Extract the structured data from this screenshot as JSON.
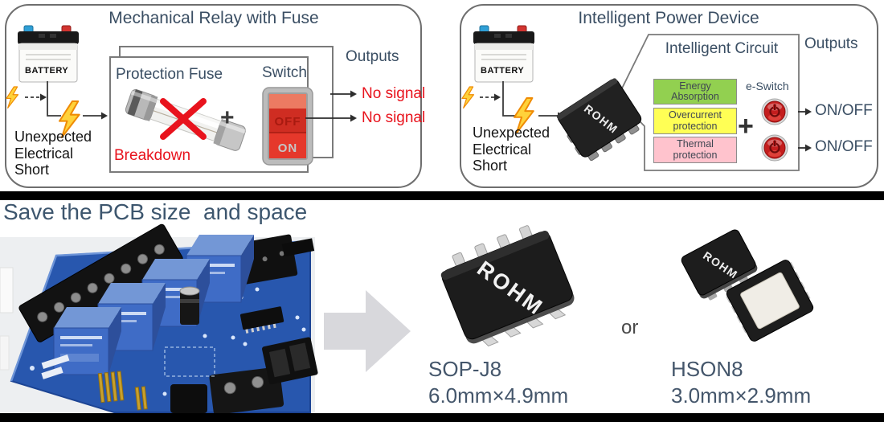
{
  "left_panel": {
    "title": "Mechanical Relay with Fuse",
    "battery_label": "BATTERY",
    "short_lines": [
      "Unexpected",
      "Electrical",
      "Short"
    ],
    "protection_fuse_label": "Protection Fuse",
    "breakdown_label": "Breakdown",
    "plus": "+",
    "switch_label": "Switch",
    "switch_off": "OFF",
    "switch_on": "ON",
    "outputs_label": "Outputs",
    "outputs": [
      "No signal",
      "No signal"
    ]
  },
  "right_panel": {
    "title": "Intelligent Power Device",
    "battery_label": "BATTERY",
    "short_lines": [
      "Unexpected",
      "Electrical",
      "Short"
    ],
    "chip_logo": "ROHM",
    "circuit_title": "Intelligent Circuit",
    "features": [
      {
        "label": "Energy Absorption",
        "color": "#92d050"
      },
      {
        "label": "Overcurrent protection",
        "color": "#ffff55"
      },
      {
        "label": "Thermal protection",
        "color": "#ffc3cd"
      }
    ],
    "plus": "+",
    "eswitch_label": "e-Switch",
    "outputs_label": "Outputs",
    "outputs": [
      "ON/OFF",
      "ON/OFF"
    ]
  },
  "bottom": {
    "heading": "Save the PCB size  and space",
    "or_label": "or",
    "packages": [
      {
        "name": "SOP-J8",
        "size": "6.0mm×4.9mm",
        "logo": "ROHM"
      },
      {
        "name": "HSON8",
        "size": "3.0mm×2.9mm",
        "logo": "ROHM"
      }
    ]
  },
  "colors": {
    "title_text": "#3a4e63",
    "red_text": "#e8131d",
    "panel_border": "#6e6e6e",
    "divider": "#000000",
    "feature_green": "#92d050",
    "feature_yellow": "#ffff55",
    "feature_pink": "#ffc3cd",
    "pcb_blue": "#2857ae",
    "arrow_gray": "#d8d8dc"
  }
}
